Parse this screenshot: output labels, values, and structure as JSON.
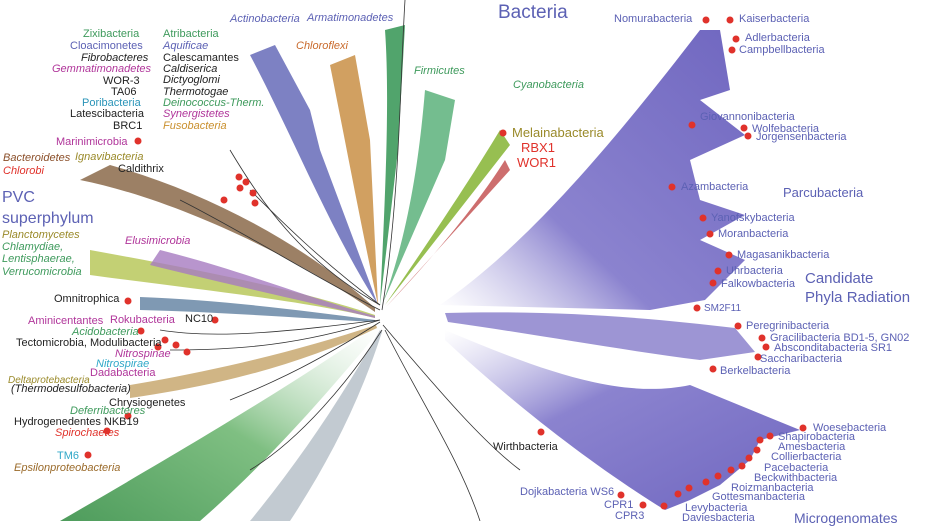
{
  "colors": {
    "cpr_purple": "#7f76c6",
    "dot_red": "#e0322b",
    "green": "#5ea86a",
    "blue_purple": "#5c61b4",
    "orange": "#c96a2c",
    "olive": "#9a8a2a",
    "magenta": "#b0359a",
    "teal": "#2a94b8",
    "cyan": "#30a8c8",
    "brown": "#8b4f2a",
    "black": "#222222"
  },
  "labels": {
    "bacteria": "Bacteria",
    "nomurabacteria": "Nomurabacteria",
    "kaiserbacteria": "Kaiserbacteria",
    "adlerbacteria": "Adlerbacteria",
    "campbellbacteria": "Campbellbacteria",
    "giovannonibacteria": "Giovannonibacteria",
    "wolfebacteria": "Wolfebacteria",
    "jorgensenbacteria": "Jorgensenbacteria",
    "azambacteria": "Azambacteria",
    "parcubacteria": "Parcubacteria",
    "yanofskybacteria": "Yanofskybacteria",
    "moranbacteria": "Moranbacteria",
    "magasanikbacteria": "Magasanikbacteria",
    "uhrbacteria": "Uhrbacteria",
    "falkowbacteria": "Falkowbacteria",
    "cpr_line1": "Candidate",
    "cpr_line2": "Phyla Radiation",
    "sm2f11": "SM2F11",
    "peregrinibacteria": "Peregrinibacteria",
    "gracilibacteria": "Gracilibacteria BD1-5, GN02",
    "absconditabacteria": "Absconditabacteria SR1",
    "saccharibacteria": "Saccharibacteria",
    "berkelbacteria": "Berkelbacteria",
    "woesebacteria": "Woesebacteria",
    "shapirobacteria": "Shapirobacteria",
    "amesbacteria": "Amesbacteria",
    "collierbacteria": "Collierbacteria",
    "pacebacteria": "Pacebacteria",
    "beckwithbacteria": "Beckwithbacteria",
    "roizmanbacteria": "Roizmanbacteria",
    "gottesmanbacteria": "Gottesmanbacteria",
    "levybacteria": "Levybacteria",
    "daviesbacteria": "Daviesbacteria",
    "microgenomates": "Microgenomates",
    "dojkabacteria": "Dojkabacteria WS6",
    "cpr1": "CPR1",
    "cpr3": "CPR3",
    "wirthbacteria": "Wirthbacteria",
    "actinobacteria": "Actinobacteria",
    "armatimonadetes": "Armatimonadetes",
    "chloroflexi": "Chloroflexi",
    "firmicutes": "Firmicutes",
    "cyanobacteria": "Cyanobacteria",
    "melainabacteria": "Melainabacteria",
    "rbx1": "RBX1",
    "wor1": "WOR1",
    "zixibacteria": "Zixibacteria",
    "cloacimonetes": "Cloacimonetes",
    "fibrobacteres": "Fibrobacteres",
    "gemmatimonadetes": "Gemmatimonadetes",
    "wor3": "WOR-3",
    "ta06": "TA06",
    "poribacteria": "Poribacteria",
    "latescibacteria": "Latescibacteria",
    "brc1": "BRC1",
    "atribacteria": "Atribacteria",
    "aquificae": "Aquificae",
    "calescamantes": "Calescamantes",
    "caldiserica": "Caldiserica",
    "dictyoglomi": "Dictyoglomi",
    "thermotogae": "Thermotogae",
    "deinococcus": "Deinococcus-Therm.",
    "synergistetes": "Synergistetes",
    "fusobacteria": "Fusobacteria",
    "marinimicrobia": "Marinimicrobia",
    "bacteroidetes": "Bacteroidetes",
    "chlorobi": "Chlorobi",
    "ignavibacteria": "Ignavibacteria",
    "caldithrix": "Caldithrix",
    "pvc_line1": "PVC",
    "pvc_line2": "superphylum",
    "planctomycetes": "Planctomycetes",
    "chlamydiae": "Chlamydiae,",
    "lentisphaerae": "Lentisphaerae,",
    "verrucomicrobia": "Verrucomicrobia",
    "elusimicrobia": "Elusimicrobia",
    "omnitrophica": "Omnitrophica",
    "aminicentantes": "Aminicentantes",
    "rokubacteria": "Rokubacteria",
    "nc10": "NC10",
    "acidobacteria": "Acidobacteria",
    "tectomicrobia": "Tectomicrobia, Modulibacteria",
    "nitrospinae": "Nitrospinae",
    "nitrospirae": "Nitrospirae",
    "dadabacteria": "Dadabacteria",
    "deltaproteobacteria": "Deltaprotebacteria",
    "thermodesulfo": "(Thermodesulfobacteria)",
    "chrysiogenetes": "Chrysiogenetes",
    "deferribacteres": "Deferribacteres",
    "hydrogenedentes": "Hydrogenedentes NKB19",
    "spirochaetes": "Spirochaetes",
    "tm6": "TM6",
    "epsilonproteobacteria": "Epsilonproteobacteria"
  }
}
